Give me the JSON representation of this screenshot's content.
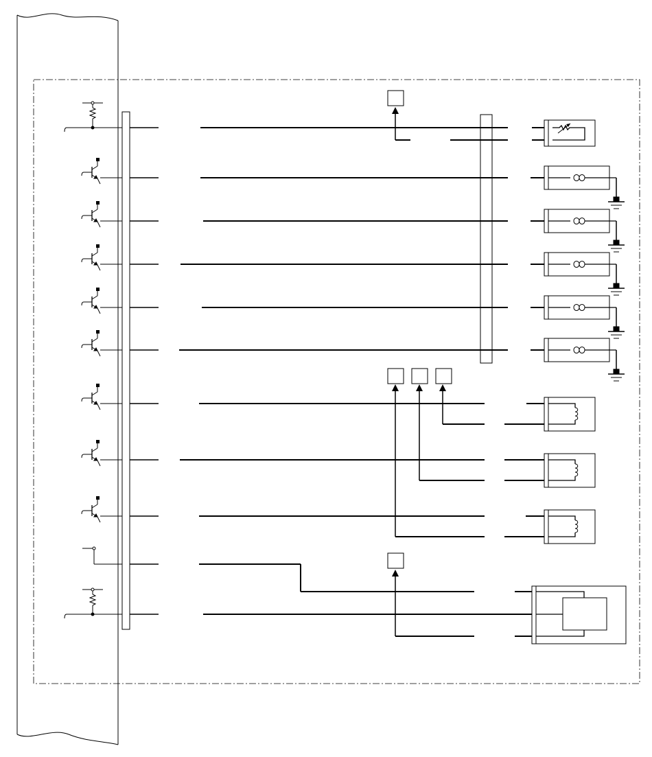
{
  "diagram": {
    "line_color": "#000000",
    "background": "#ffffff",
    "frame_style": "dash-dot",
    "channels": [
      {
        "driver": "pullup-resistor",
        "load": "sensor-variable-resistor",
        "ground": false,
        "terminal_box": true
      },
      {
        "driver": "transistor",
        "load": "injector-coil",
        "ground": true,
        "terminal_box": false
      },
      {
        "driver": "transistor",
        "load": "injector-coil",
        "ground": true,
        "terminal_box": false
      },
      {
        "driver": "transistor",
        "load": "injector-coil",
        "ground": true,
        "terminal_box": false
      },
      {
        "driver": "transistor",
        "load": "injector-coil",
        "ground": true,
        "terminal_box": false
      },
      {
        "driver": "transistor",
        "load": "injector-coil",
        "ground": true,
        "terminal_box": false
      },
      {
        "driver": "transistor",
        "load": "relay-coil",
        "ground": false,
        "terminal_box": true
      },
      {
        "driver": "transistor",
        "load": "relay-coil",
        "ground": false,
        "terminal_box": true
      },
      {
        "driver": "transistor",
        "load": "relay-coil",
        "ground": false,
        "terminal_box": true
      },
      {
        "driver": "input-switch",
        "load": "module",
        "ground": false,
        "terminal_box": false
      },
      {
        "driver": "pullup-resistor",
        "load": "module",
        "ground": false,
        "terminal_box": true
      }
    ]
  }
}
